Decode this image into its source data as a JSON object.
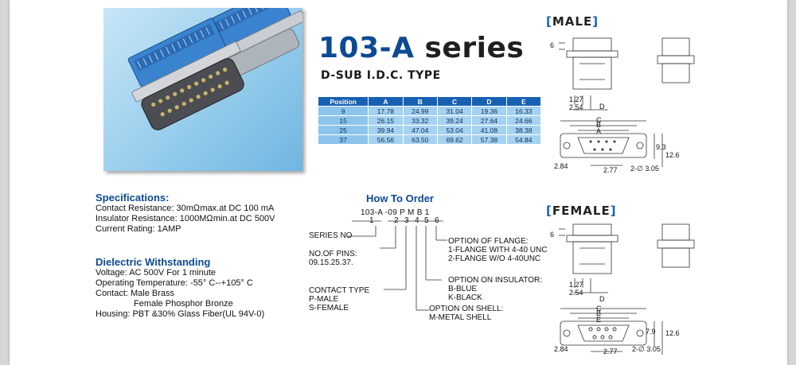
{
  "title": {
    "main": "103-A",
    "suffix": "series"
  },
  "subtitle": "D-SUB I.D.C. TYPE",
  "dims_table": {
    "headers": [
      "Position",
      "A",
      "B",
      "C",
      "D",
      "E"
    ],
    "rows": [
      [
        "9",
        "17.78",
        "24.99",
        "31.04",
        "19.36",
        "16.33"
      ],
      [
        "15",
        "26.15",
        "33.32",
        "39.24",
        "27.64",
        "24.66"
      ],
      [
        "25",
        "39.94",
        "47.04",
        "53.04",
        "41.08",
        "38.38"
      ],
      [
        "37",
        "56.56",
        "63.50",
        "69.62",
        "57.38",
        "54.84"
      ]
    ]
  },
  "specifications": {
    "heading": "Specifications:",
    "lines": [
      "Contact Resistance: 30mΩmax.at DC 100 mA",
      "Insulator Resistance: 1000MΩmin.at DC 500V",
      "Current Rating: 1AMP"
    ]
  },
  "dielectric": {
    "heading": "Dielectric Withstanding",
    "lines": [
      "Voltage: AC 500V For 1 minute",
      "Operating Temperature: -55° C--+105° C",
      "Contact: Male Brass"
    ],
    "indent_line": "Female Phosphor Bronze",
    "last_line": "Housing: PBT &30% Glass Fiber(UL 94V-0)"
  },
  "how_to_order": {
    "heading": "How To Order",
    "code": "103-A -09 P M B 1",
    "digits": [
      "1",
      "2",
      "3",
      "4",
      "5",
      "6"
    ],
    "series_no": "SERIES NO",
    "pins": [
      "NO.OF PINS:",
      "09.15.25.37."
    ],
    "contact_type": [
      "CONTACT TYPE",
      "P-MALE",
      "S-FEMALE"
    ],
    "flange": [
      "OPTION OF FLANGE:",
      "1-FLANGE WITH 4-40 UNC",
      "2-FLANGE W/O 4-40UNC"
    ],
    "insulator": [
      "OPTION ON INSULATOR:",
      "B-BLUE",
      "K-BLACK"
    ],
    "shell": [
      "OPTION ON SHELL:",
      "M-METAL SHELL"
    ]
  },
  "male": {
    "label": "MALE",
    "dims": {
      "top": "6",
      "d127": "1.27",
      "d254": "2.54",
      "D": "D",
      "C": "C",
      "B": "B",
      "A": "A",
      "d93": "9.3",
      "d126": "12.6",
      "d284": "2.84",
      "d277": "2.77",
      "hole": "2-∅ 3.05"
    }
  },
  "female": {
    "label": "FEMALE",
    "dims": {
      "top": "6",
      "d127": "1.27",
      "d254": "2.54",
      "D": "D",
      "C": "C",
      "B": "B",
      "E": "E",
      "d79": "7.9",
      "d126": "12.6",
      "d284": "2.84",
      "d277": "2.77",
      "hole": "2-∅ 3.05"
    }
  },
  "colors": {
    "brand_blue": "#0c4a93",
    "table_header": "#1761b3",
    "table_cell": "#a5d2f1"
  }
}
